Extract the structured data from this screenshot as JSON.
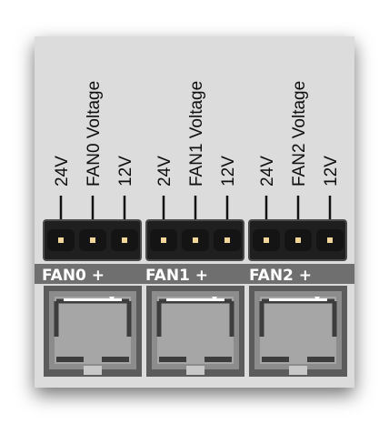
{
  "colors": {
    "board": "#dcdcdc",
    "header_body": "#1f1f1f",
    "pin": "#f1d79a",
    "label_strip": "#6f6f6f",
    "connector_outer": "#5c5c5c",
    "connector_inner": "#8c8c8c"
  },
  "fans": [
    {
      "name": "FAN0 +",
      "pins": [
        {
          "label": "24V"
        },
        {
          "label": "FAN0 Voltage"
        },
        {
          "label": "12V"
        }
      ]
    },
    {
      "name": "FAN1 +",
      "pins": [
        {
          "label": "24V"
        },
        {
          "label": "FAN1 Voltage"
        },
        {
          "label": "12V"
        }
      ]
    },
    {
      "name": "FAN2 +",
      "pins": [
        {
          "label": "24V"
        },
        {
          "label": "FAN2 Voltage"
        },
        {
          "label": "12V"
        }
      ]
    }
  ]
}
